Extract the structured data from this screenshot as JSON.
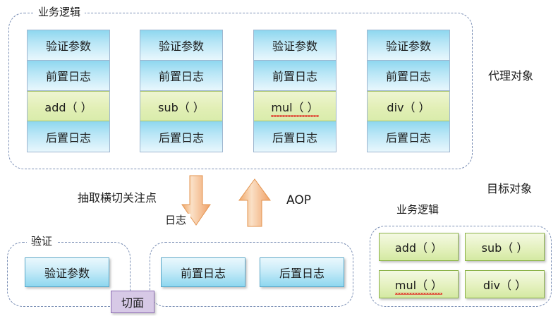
{
  "diagram": {
    "title_top_right": "代理对象",
    "title_bottom_right": "目标对象",
    "proxy_group_label": "业务逻辑",
    "target_group_label": "业务逻辑",
    "extract_label": "抽取横切关注点",
    "aop_label": "AOP",
    "aspect_label": "切面",
    "validate_group_label": "验证",
    "log_group_label": "日志",
    "colors": {
      "blue_top": "#8ed7ef",
      "blue_bottom": "#e8f7fd",
      "green_top": "#eef5d2",
      "green_bottom": "#d9ecab",
      "purple": "#d7c9e6",
      "arrow": "#f5b27a",
      "dashed_border": "#7b8fb5"
    },
    "proxy_cards": [
      {
        "name": "add",
        "cells": [
          {
            "text": "验证参数",
            "kind": "blue"
          },
          {
            "text": "前置日志",
            "kind": "blue"
          },
          {
            "text": "add（ ）",
            "kind": "green",
            "misspelled": false
          },
          {
            "text": "后置日志",
            "kind": "blue"
          }
        ]
      },
      {
        "name": "sub",
        "cells": [
          {
            "text": "验证参数",
            "kind": "blue"
          },
          {
            "text": "前置日志",
            "kind": "blue"
          },
          {
            "text": "sub（ ）",
            "kind": "green",
            "misspelled": false
          },
          {
            "text": "后置日志",
            "kind": "blue"
          }
        ]
      },
      {
        "name": "mul",
        "cells": [
          {
            "text": "验证参数",
            "kind": "blue"
          },
          {
            "text": "前置日志",
            "kind": "blue"
          },
          {
            "text": "mul（ ）",
            "kind": "green",
            "misspelled": true
          },
          {
            "text": "后置日志",
            "kind": "blue"
          }
        ]
      },
      {
        "name": "div",
        "cells": [
          {
            "text": "验证参数",
            "kind": "blue"
          },
          {
            "text": "前置日志",
            "kind": "blue"
          },
          {
            "text": "div（ ）",
            "kind": "green",
            "misspelled": false
          },
          {
            "text": "后置日志",
            "kind": "blue"
          }
        ]
      }
    ],
    "aspect_chips": {
      "validate": [
        {
          "text": "验证参数"
        }
      ],
      "log": [
        {
          "text": "前置日志"
        },
        {
          "text": "后置日志"
        }
      ]
    },
    "target_methods": [
      {
        "text": "add（ ）",
        "misspelled": false
      },
      {
        "text": "sub（ ）",
        "misspelled": false
      },
      {
        "text": "mul（ ）",
        "misspelled": true
      },
      {
        "text": "div（ ）",
        "misspelled": false
      }
    ],
    "arrows": [
      {
        "name": "extract-down-arrow",
        "direction": "down"
      },
      {
        "name": "aop-up-arrow",
        "direction": "up"
      }
    ]
  }
}
